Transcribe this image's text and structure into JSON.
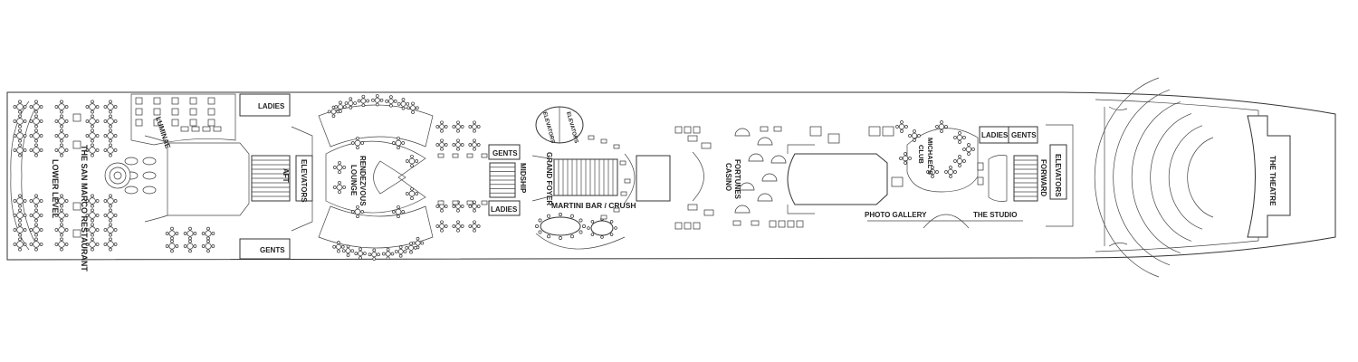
{
  "deck_plan": {
    "colors": {
      "hull": "#333333",
      "background": "#ffffff",
      "text": "#222222"
    },
    "labels": {
      "lower_level": "LOWER LEVEL",
      "san_marco": "THE SAN MARCO RESTAURANT",
      "luminae": "LUMINAE",
      "ladies_aft": "LADIES",
      "gents_aft": "GENTS",
      "aft": "AFT",
      "elevators_aft": "ELEVATORS",
      "rendezvous": "RENDEZVOUS LOUNGE",
      "gents_mid": "GENTS",
      "ladies_mid": "LADIES",
      "midship": "MIDSHIP",
      "grand_foyer": "GRAND FOYER",
      "elevators_glass_left": "ELEVATORS",
      "elevators_glass_right": "ELEVATORS",
      "martini_bar": "MARTINI BAR / CRUSH",
      "casino": "FORTUNES CASINO",
      "photo_gallery": "PHOTO GALLERY",
      "the_studio": "THE STUDIO",
      "michaels_club": "MICHAEL'S CLUB",
      "ladies_fwd": "LADIES",
      "gents_fwd": "GENTS",
      "forward": "FORWARD",
      "elevators_fwd": "ELEVATORS",
      "the_theatre": "THE THEATRE"
    }
  }
}
